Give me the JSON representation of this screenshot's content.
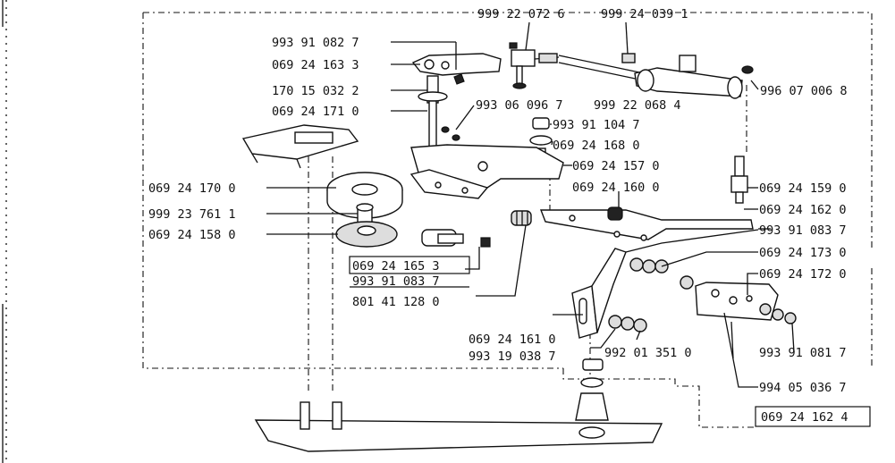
{
  "diagram": {
    "labels": {
      "p9939108277": "993 91 082 7",
      "p0692416332": "069 24 163 3",
      "p1701503222": "170 15 032 2",
      "p0692417101": "069 24 171 0",
      "p9992207260": "999 22 072 6",
      "p9992403910": "999 24 039 1",
      "p9960700608": "996 07 006 8",
      "p9930609670": "993 06 096 7",
      "p9992206840": "999 22 068 4",
      "p9939110470": "993 91 104 7",
      "p0692416800": "069 24 168 0",
      "p0692415700": "069 24 157 0",
      "p0692416000": "069 24 160 0",
      "p0692417000": "069 24 170 0",
      "p0692415900": "069 24 159 0",
      "p9992376110": "999 23 761 1",
      "p0692416200": "069 24 162 0",
      "p0692415800": "069 24 158 0",
      "p9939108370": "993 91 083 7",
      "p0692417300": "069 24 173 0",
      "p0692416530": "069 24 165 3",
      "p0692417200": "069 24 172 0",
      "p9939108371": "993 91 083 7",
      "p8014112800": "801 41 128 0",
      "p0692416100": "069 24 161 0",
      "p9931903870": "993 19 038 7",
      "p9920135100": "992 01 351 0",
      "p9939108170": "993 91 081 7",
      "p9940503670": "994 05 036 7",
      "p0692416240": "069 24 162 4"
    }
  }
}
